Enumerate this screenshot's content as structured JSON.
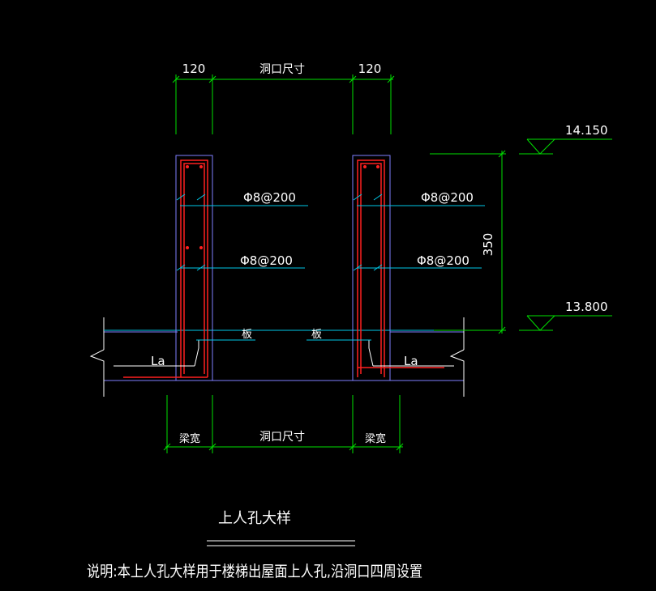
{
  "colors": {
    "background": "#000000",
    "dimension": "#00e000",
    "outline": "#8080ff",
    "rebar": "#ff2020",
    "leader": "#00c8e8",
    "text": "#ffffff"
  },
  "top_dims": {
    "left": "120",
    "middle": "洞口尺寸",
    "right": "120"
  },
  "bottom_dims": {
    "left": "梁宽",
    "middle": "洞口尺寸",
    "right": "梁宽"
  },
  "height_dim": "350",
  "elevations": {
    "top": "14.150",
    "bottom": "13.800"
  },
  "rebar_labels": {
    "left_upper": "Φ8@200",
    "left_lower": "Φ8@200",
    "right_upper": "Φ8@200",
    "right_lower": "Φ8@200"
  },
  "slab_labels": {
    "left": "板",
    "right": "板"
  },
  "anchor_labels": {
    "left": "La",
    "right": "La"
  },
  "title": "上人孔大样",
  "note": "说明:本上人孔大样用于楼梯出屋面上人孔,沿洞口四周设置"
}
